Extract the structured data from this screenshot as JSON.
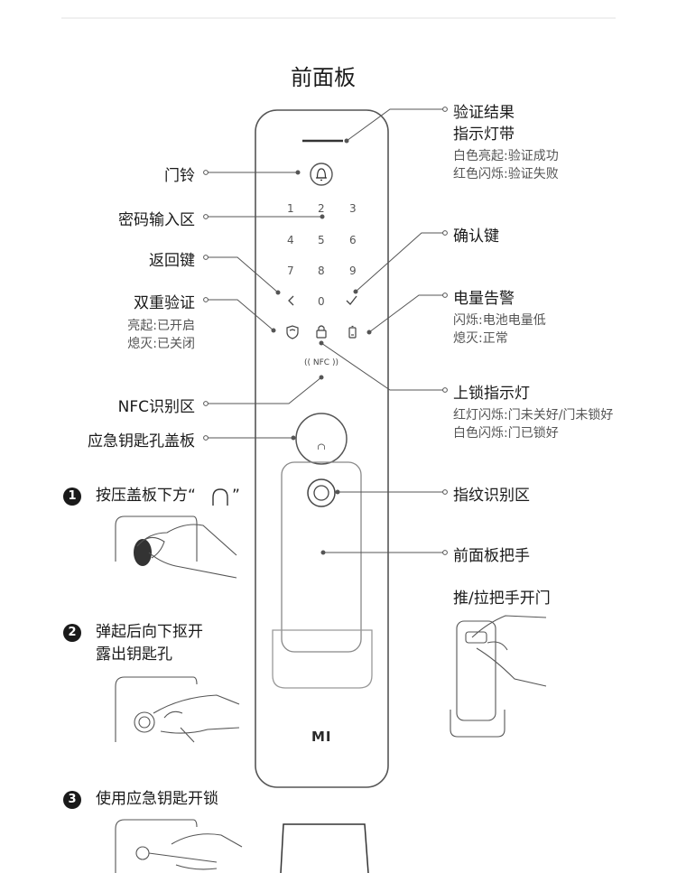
{
  "title": "前面板",
  "keypad": [
    "1",
    "2",
    "3",
    "4",
    "5",
    "6",
    "7",
    "8",
    "9",
    "0"
  ],
  "nfc_mark": "(( NFC ))",
  "brand_logo": "MI",
  "callouts_left": [
    {
      "label": "门铃"
    },
    {
      "label": "密码输入区"
    },
    {
      "label": "返回键"
    },
    {
      "label": "双重验证",
      "sub": [
        "亮起:已开启",
        "熄灭:已关闭"
      ]
    },
    {
      "label": "NFC识别区"
    },
    {
      "label": "应急钥匙孔盖板"
    }
  ],
  "callouts_right": [
    {
      "label": [
        "验证结果",
        "指示灯带"
      ],
      "sub": [
        "白色亮起:验证成功",
        "红色闪烁:验证失败"
      ]
    },
    {
      "label": "确认键"
    },
    {
      "label": "电量告警",
      "sub": [
        "闪烁:电池电量低",
        "熄灭:正常"
      ]
    },
    {
      "label": "上锁指示灯",
      "sub": [
        "红灯闪烁:门未关好/门未锁好",
        "白色闪烁:门已锁好"
      ]
    },
    {
      "label": "指纹识别区"
    },
    {
      "label": "前面板把手"
    }
  ],
  "handle_instruction": "推/拉把手开门",
  "steps": [
    {
      "badge": "1",
      "text": "按压盖板下方“",
      "text_end": "”"
    },
    {
      "badge": "2",
      "lines": [
        "弹起后向下抠开",
        "露出钥匙孔"
      ]
    },
    {
      "badge": "3",
      "text": "使用应急钥匙开锁"
    }
  ]
}
